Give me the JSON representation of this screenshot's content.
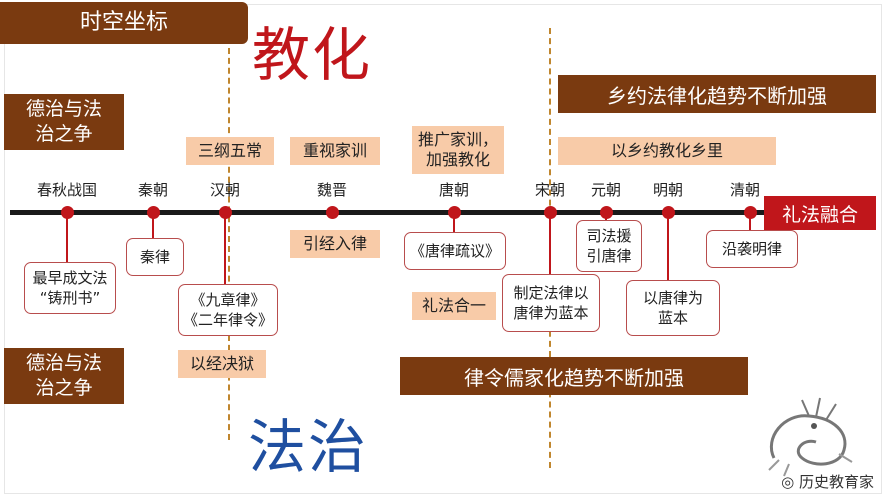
{
  "title": "时空坐标",
  "heading_top": "教化",
  "heading_bottom": "法治",
  "side_top": "德治与法\n治之争",
  "side_bottom": "德治与法\n治之争",
  "bars": {
    "rural": "乡约法律化趋势不断加强",
    "confucian": "律令儒家化趋势不断加强"
  },
  "pink_labels": {
    "sangang": "三纲五常",
    "jiaxun": "重视家训",
    "tuiguang": "推广家训，\n加强教化",
    "xiangyue": "以乡约教化乡里",
    "yinjing": "引经入律",
    "lifa": "礼法合一",
    "yijing": "以经决狱"
  },
  "eras": [
    "春秋战国",
    "秦朝",
    "汉朝",
    "魏晋",
    "唐朝",
    "宋朝",
    "元朝",
    "明朝",
    "清朝"
  ],
  "boxes": {
    "chunqiu": "最早成文法\n“铸刑书”",
    "qin": "秦律",
    "han": "《九章律》\n《二年律令》",
    "tang": "《唐律疏议》",
    "song": "制定法律以\n唐律为蓝本",
    "yuan": "司法援\n引唐律",
    "ming": "以唐律为\n蓝本",
    "qing": "沿袭明律"
  },
  "fusion": "礼法融合",
  "watermark": "历史教育家",
  "colors": {
    "brown": "#7a3a10",
    "red": "#c0161b",
    "pink": "#f8cba8",
    "blue": "#1f4fa0"
  }
}
